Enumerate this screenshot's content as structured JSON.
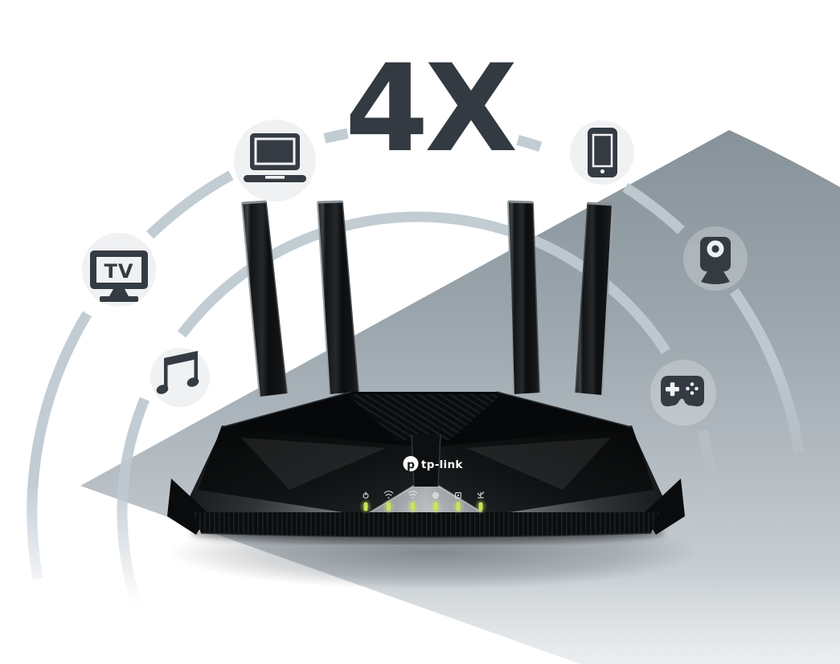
{
  "headline": {
    "text": "4X"
  },
  "brand": {
    "name": "tp-link",
    "logo_letter": "p"
  },
  "hero": {
    "product": "wifi-router",
    "antenna_count": 4
  },
  "devices": [
    {
      "id": "tv",
      "label": "TV"
    },
    {
      "id": "laptop"
    },
    {
      "id": "smartphone"
    },
    {
      "id": "music-player"
    },
    {
      "id": "ip-camera"
    },
    {
      "id": "game-controller"
    }
  ],
  "router": {
    "led_count": 6,
    "led_labels": [
      "power",
      "wifi-2.4g",
      "wifi-5g",
      "internet",
      "lan",
      "usb"
    ],
    "led_color": "#cbe356"
  },
  "palette": {
    "headline_color": "#333a41",
    "icon_color": "#343b42",
    "chip_bg": "#f0f1f3",
    "arc_color": "#bfc9d1",
    "wedge_top": "#87929a",
    "wedge_bottom": "#d6dbde"
  }
}
